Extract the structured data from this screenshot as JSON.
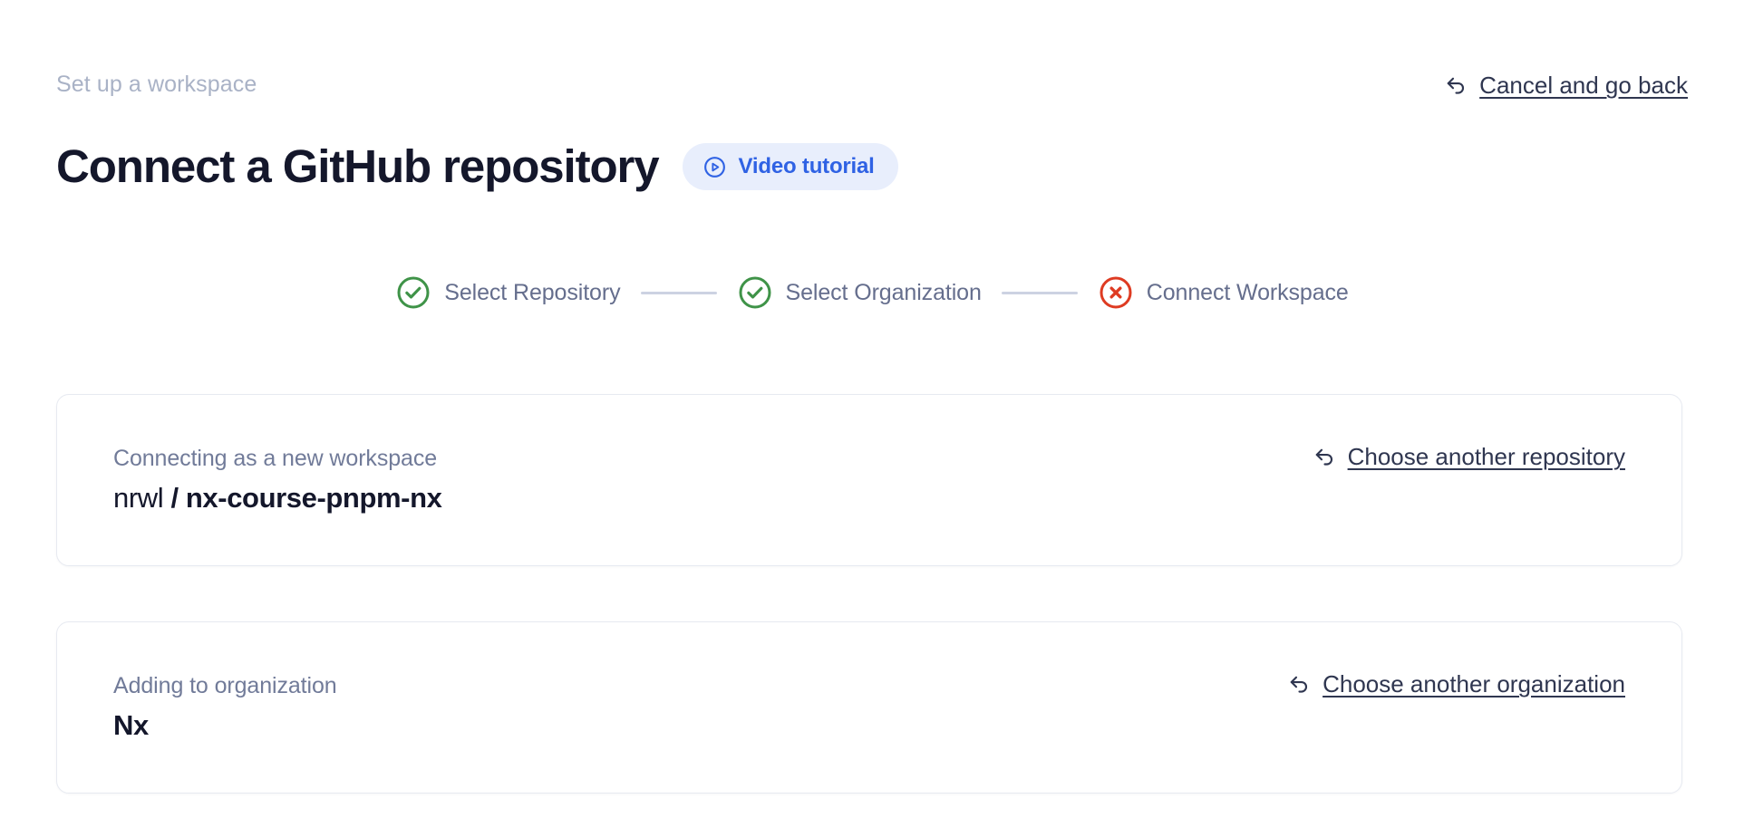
{
  "header": {
    "eyebrow": "Set up a workspace",
    "title": "Connect a GitHub repository",
    "video_badge": {
      "label": "Video tutorial",
      "icon": "play-circle-icon",
      "bg_color": "#e8eefc",
      "text_color": "#2f62e4"
    },
    "cancel": {
      "label": "Cancel and go back",
      "icon": "back-arrow-icon"
    }
  },
  "stepper": {
    "connector_color": "#ccd2e2",
    "steps": [
      {
        "label": "Select Repository",
        "state": "complete",
        "icon": "check-circle-icon",
        "color": "#3f9348"
      },
      {
        "label": "Select Organization",
        "state": "complete",
        "icon": "check-circle-icon",
        "color": "#3f9348"
      },
      {
        "label": "Connect Workspace",
        "state": "error",
        "icon": "x-circle-icon",
        "color": "#de3b22"
      }
    ]
  },
  "cards": [
    {
      "caption": "Connecting as a new workspace",
      "owner": "nrwl",
      "separator": " / ",
      "repo": "nx-course-pnpm-nx",
      "action": {
        "label": "Choose another repository",
        "icon": "back-arrow-icon"
      }
    },
    {
      "caption": "Adding to organization",
      "value": "Nx",
      "action": {
        "label": "Choose another organization",
        "icon": "back-arrow-icon"
      }
    }
  ]
}
